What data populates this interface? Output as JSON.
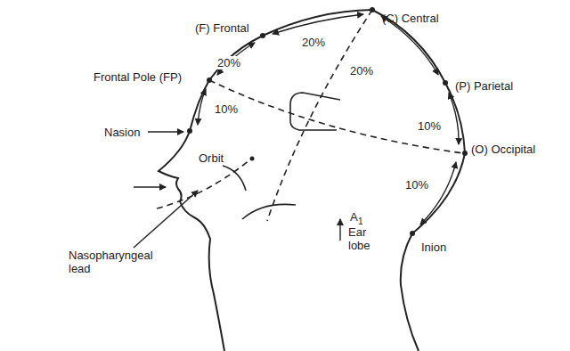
{
  "diagram": {
    "labels": [
      "(F) Frontal",
      "(C) Central",
      "20%",
      "20%",
      "20%",
      "Frontal Pole (FP)",
      "(P) Parietal",
      "10%",
      "Nasion",
      "10%",
      "(O) Occipital",
      "Orbit",
      "10%",
      "A",
      "1",
      "Ear lobe",
      "Inion",
      "Nasopharyngeal lead"
    ]
  }
}
